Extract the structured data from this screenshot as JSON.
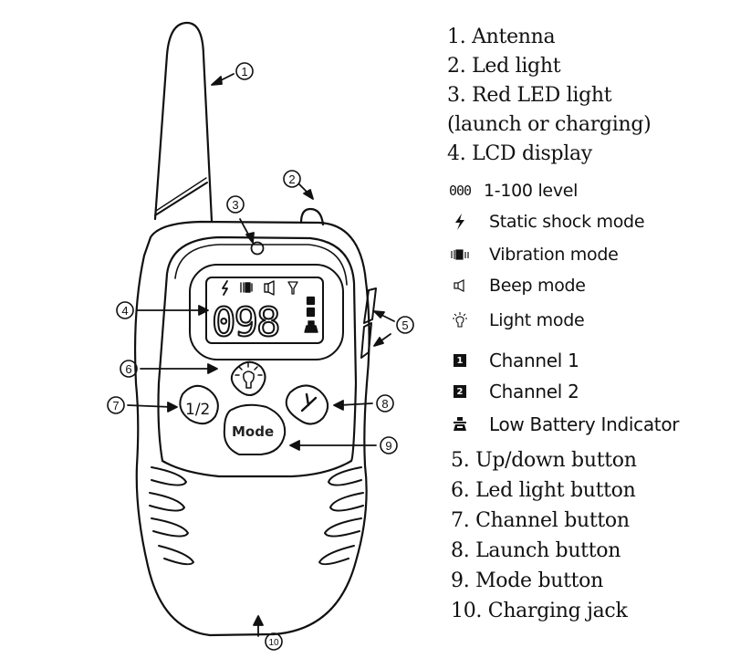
{
  "device": {
    "lcd_value": "098",
    "buttons": {
      "channel": "1/2",
      "mode": "Mode"
    },
    "callouts": [
      "1",
      "2",
      "3",
      "4",
      "5",
      "6",
      "7",
      "8",
      "9",
      "10"
    ]
  },
  "legend": {
    "numbered_top": [
      {
        "text": "1. Antenna"
      },
      {
        "text": "2. Led light"
      },
      {
        "text": "3. Red LED light"
      },
      {
        "text": "(launch or charging)"
      },
      {
        "text": "4. LCD display"
      }
    ],
    "icons": [
      {
        "icon": "segment-digits-icon",
        "text": "1-100 level"
      },
      {
        "icon": "lightning-bolt-icon",
        "text": "Static shock mode"
      },
      {
        "icon": "vibration-icon",
        "text": "Vibration mode"
      },
      {
        "icon": "speaker-icon",
        "text": "Beep mode"
      },
      {
        "icon": "light-bulb-icon",
        "text": "Light mode"
      },
      {
        "icon": "channel-1-icon",
        "badge": "1",
        "text": "Channel 1"
      },
      {
        "icon": "channel-2-icon",
        "badge": "2",
        "text": "Channel 2"
      },
      {
        "icon": "low-battery-icon",
        "text": "Low Battery Indicator"
      }
    ],
    "numbered_bottom": [
      {
        "text": "5. Up/down button"
      },
      {
        "text": "6. Led light button"
      },
      {
        "text": "7. Channel button"
      },
      {
        "text": "8. Launch button"
      },
      {
        "text": "9. Mode button"
      },
      {
        "text": "10. Charging jack"
      }
    ],
    "icon_digits": "000"
  }
}
